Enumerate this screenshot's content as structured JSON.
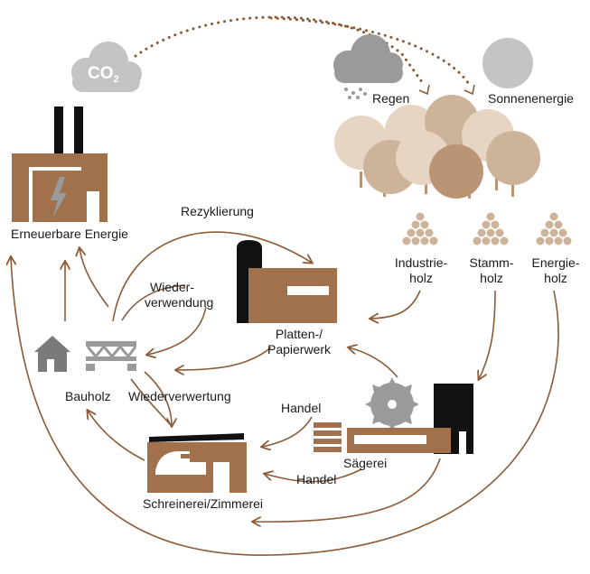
{
  "co2": {
    "main": "CO",
    "sub": "2"
  },
  "labels": {
    "regen": "Regen",
    "sonnenenergie": "Sonnenenergie",
    "erneuerbare_energie": "Erneuerbare Energie",
    "rezyklierung": "Rezyklierung",
    "wiederverwendung": [
      "Wieder-",
      "verwendung"
    ],
    "industrieholz": [
      "Industrie-",
      "holz"
    ],
    "stammholz": [
      "Stamm-",
      "holz"
    ],
    "energieholz": [
      "Energie-",
      "holz"
    ],
    "platten_papierwerk": [
      "Platten-/",
      "Papierwerk"
    ],
    "bauholz": "Bauholz",
    "wiederverwertung": "Wiederverwertung",
    "handel_upper": "Handel",
    "handel_lower": "Handel",
    "saegerei": "Sägerei",
    "schreinerei": "Schreinerei/Zimmerei"
  },
  "colors": {
    "brown": "#a0714a",
    "black": "#111111",
    "grey": "#9a9a9a",
    "light_grey": "#c0c0c0",
    "tree_light": "#e6d5c2",
    "tree_mid": "#cdb399",
    "tree_dark": "#b99475",
    "arrow": "#8b5a36"
  }
}
